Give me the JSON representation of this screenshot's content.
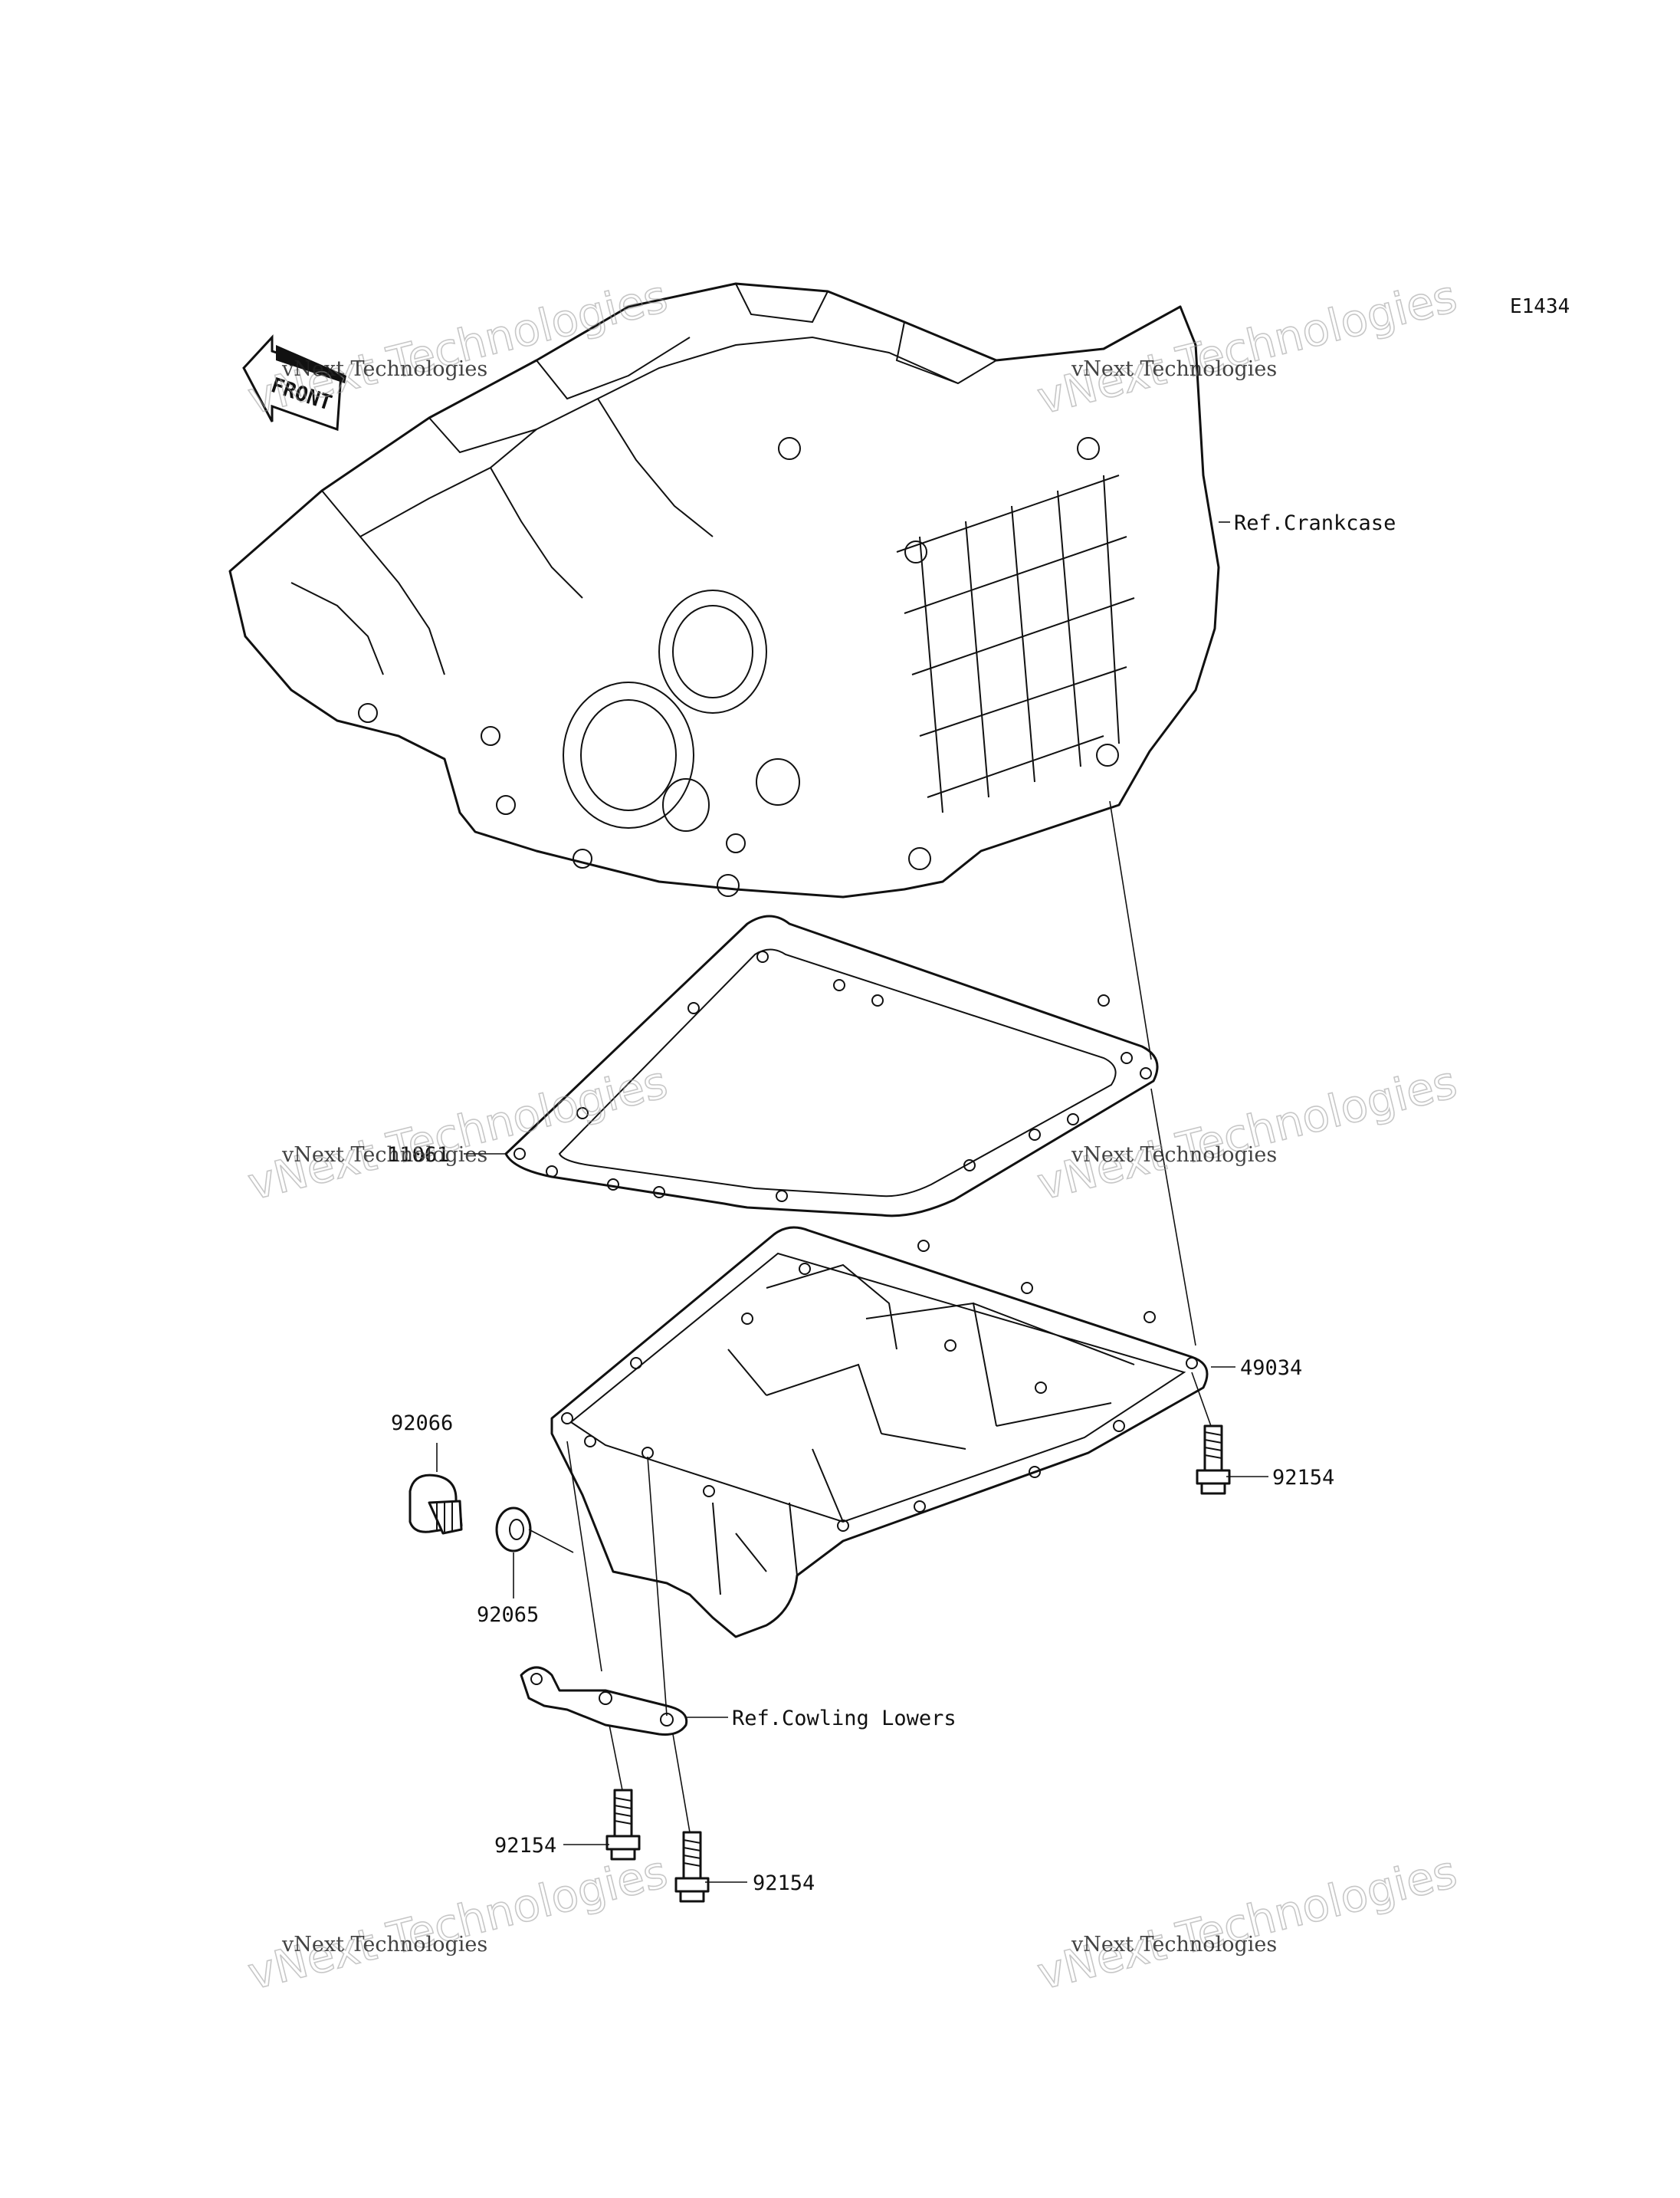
{
  "diagram_code": "E1434",
  "front_label": "FRONT",
  "callouts": {
    "ref_crankcase": "Ref.Crankcase",
    "gasket": "11061",
    "oil_pan": "49034",
    "bolt_right": "92154",
    "drain_plug": "92066",
    "washer": "92065",
    "ref_cowling": "Ref.Cowling Lowers",
    "bolt_lower_left": "92154",
    "bolt_lower_right": "92154"
  },
  "watermark": {
    "small": "vNext Technologies",
    "large": "vNext Technologies"
  }
}
